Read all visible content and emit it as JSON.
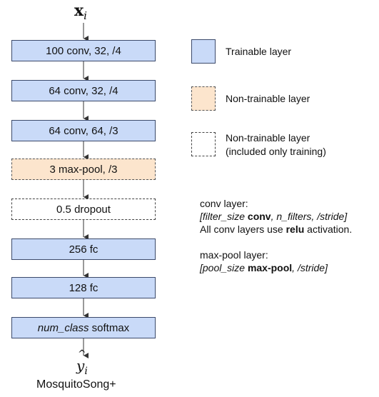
{
  "input_label_base": "x",
  "input_label_sub": "i",
  "output_label_base": "y",
  "output_label_sub": "i",
  "layers": [
    {
      "label": "100 conv, 32, /4",
      "kind": "trainable"
    },
    {
      "label": "64 conv, 32, /4",
      "kind": "trainable"
    },
    {
      "label": "64 conv, 64, /3",
      "kind": "trainable"
    },
    {
      "label": "3 max-pool, /3",
      "kind": "non-trainable"
    },
    {
      "label": "0.5 dropout",
      "kind": "training-only"
    },
    {
      "label": "256 fc",
      "kind": "trainable"
    },
    {
      "label": "128 fc",
      "kind": "trainable"
    },
    {
      "label_italic": "num_class",
      "label_rest": " softmax",
      "kind": "trainable"
    }
  ],
  "model_name": "MosquitoSong+",
  "legend": {
    "trainable": "Trainable layer",
    "non_trainable": "Non-trainable layer",
    "training_only_line1": "Non-trainable layer",
    "training_only_line2": "(included only training)"
  },
  "notes": {
    "conv_title": "conv layer:",
    "conv_format_a": "[filter_size ",
    "conv_format_b": "conv",
    "conv_format_c": ", n_filters, /stride]",
    "conv_activation_a": "All conv layers use ",
    "conv_activation_b": "relu",
    "conv_activation_c": " activation.",
    "pool_title": "max-pool layer:",
    "pool_format_a": "[pool_size ",
    "pool_format_b": "max-pool",
    "pool_format_c": ", /stride]"
  },
  "colors": {
    "trainable_fill": "#c9daf8",
    "non_trainable_fill": "#fce5cd",
    "training_only_fill": "#ffffff"
  }
}
